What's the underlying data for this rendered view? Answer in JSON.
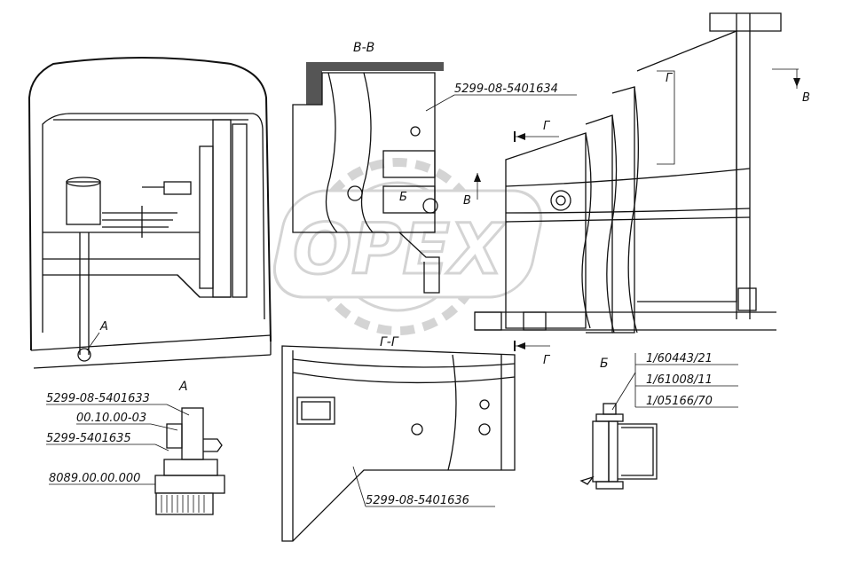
{
  "watermark": {
    "text": "OPEX",
    "color": "#d4d4d4"
  },
  "section_labels": {
    "bb": "В-В",
    "gg": "Г-Г",
    "a_callout": "А",
    "a_view": "А",
    "b_view": "Б",
    "b_callout": "Б",
    "g_top_left": "Г",
    "g_bottom": "Г",
    "g_inside": "Г",
    "v_right": "В",
    "v_mid": "В"
  },
  "parts": {
    "p1": "5299-08-5401634",
    "p2": "5299-08-5401633",
    "p3": "00.10.00-03",
    "p4": "5299-5401635",
    "p5": "8089.00.00.000",
    "p6": "5299-08-5401636",
    "p7": "1/60443/21",
    "p8": "1/61008/11",
    "p9": "1/05166/70"
  }
}
